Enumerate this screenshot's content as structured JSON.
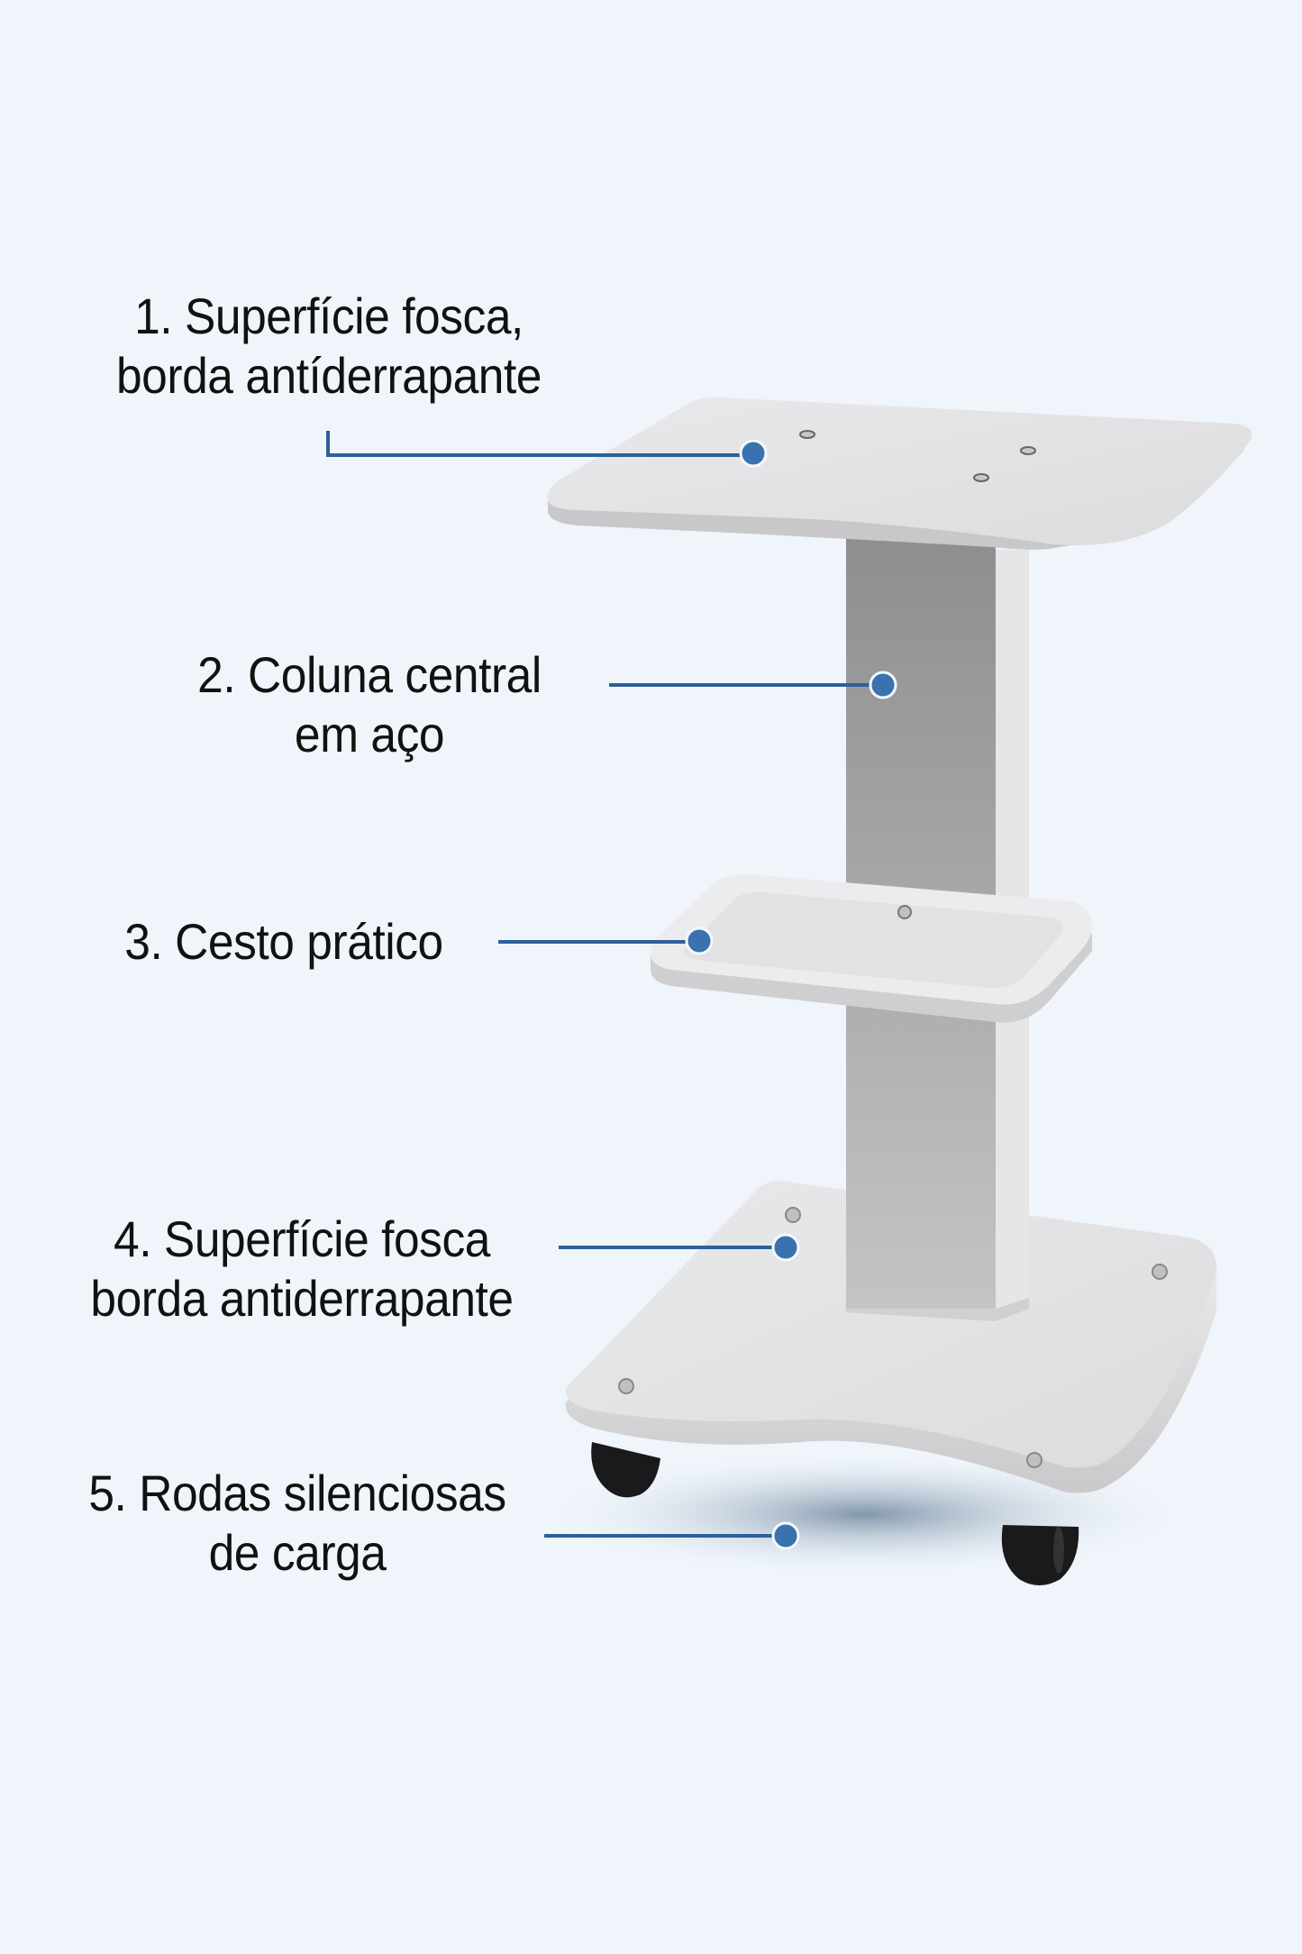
{
  "diagram": {
    "subject": "Carrinho auxiliar com 3 níveis e rodas",
    "background_color": "#eff5fa",
    "callout_color": "#3a72b0",
    "callout_outline": "#1f4f86",
    "callouts": [
      {
        "number": "1.",
        "line1": "1. Superfície fosca,",
        "line2": "borda antíderrapante",
        "target": "top-tray"
      },
      {
        "number": "2.",
        "line1": "2. Coluna central",
        "line2": "em aço",
        "target": "central-column"
      },
      {
        "number": "3.",
        "line1": "3. Cesto prático",
        "line2": "",
        "target": "middle-basket"
      },
      {
        "number": "4.",
        "line1": "4. Superfície fosca",
        "line2": "borda antiderrapante",
        "target": "base-plate"
      },
      {
        "number": "5.",
        "line1": "5. Rodas silenciosas",
        "line2": "de carga",
        "target": "wheels"
      }
    ]
  }
}
